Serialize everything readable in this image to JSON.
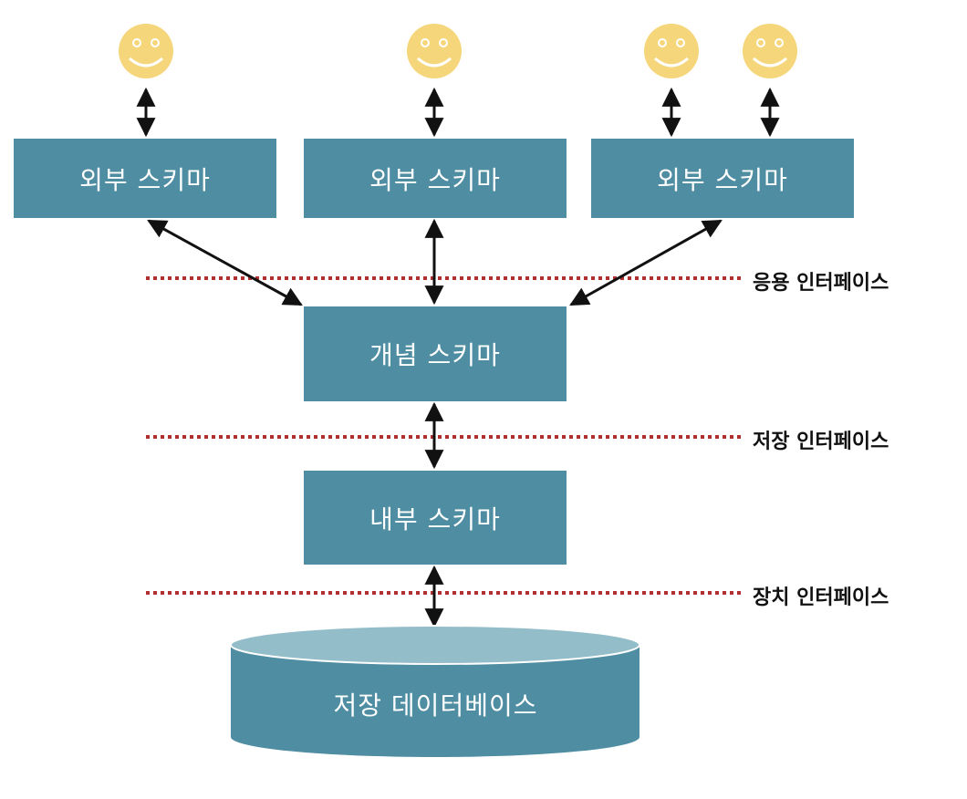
{
  "external_schemas": [
    {
      "label": "외부 스키마"
    },
    {
      "label": "외부 스키마"
    },
    {
      "label": "외부 스키마"
    }
  ],
  "conceptual_schema": {
    "label": "개념 스키마"
  },
  "internal_schema": {
    "label": "내부 스키마"
  },
  "storage_database": {
    "label": "저장 데이터베이스"
  },
  "interfaces": [
    {
      "label": "응용 인터페이스"
    },
    {
      "label": "저장 인터페이스"
    },
    {
      "label": "장치 인터페이스"
    }
  ],
  "colors": {
    "box": "#4f8da2",
    "cylinder_top": "#93bdc9",
    "smiley": "#f5d67a",
    "dotted_line": "#b03030",
    "arrow": "#111111"
  }
}
